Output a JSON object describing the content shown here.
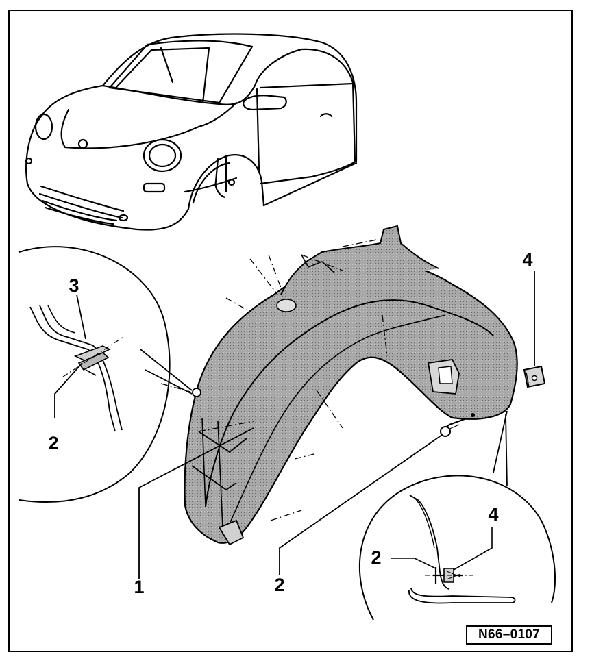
{
  "figure": {
    "doc_code": "N66–0107",
    "callouts": {
      "liner": "1",
      "screw_main": "2",
      "screw_left_detail": "2",
      "clip_left_detail": "3",
      "nut_right": "4",
      "screw_right_detail": "2",
      "nut_right_detail": "4"
    },
    "colors": {
      "ink": "#000000",
      "paper": "#ffffff",
      "liner_tone": "#9a9a9a"
    }
  }
}
